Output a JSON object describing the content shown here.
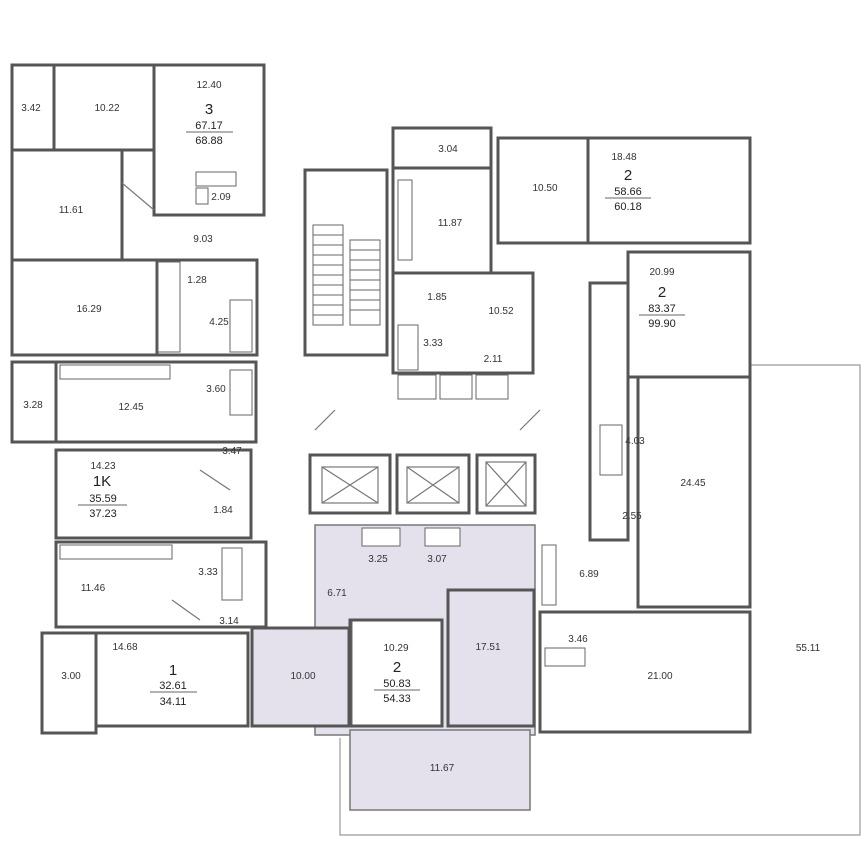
{
  "plan": {
    "room_areas": [
      {
        "id": "r1",
        "text": "3.42"
      },
      {
        "id": "r2",
        "text": "10.22"
      },
      {
        "id": "r3",
        "text": "12.40"
      },
      {
        "id": "r4",
        "text": "11.61"
      },
      {
        "id": "r5",
        "text": "2.09"
      },
      {
        "id": "r6",
        "text": "9.03"
      },
      {
        "id": "r7",
        "text": "1.28"
      },
      {
        "id": "r8",
        "text": "16.29"
      },
      {
        "id": "r9",
        "text": "4.25"
      },
      {
        "id": "r10",
        "text": "3.28"
      },
      {
        "id": "r11",
        "text": "12.45"
      },
      {
        "id": "r12",
        "text": "3.60"
      },
      {
        "id": "r13",
        "text": "3.47"
      },
      {
        "id": "r14",
        "text": "14.23"
      },
      {
        "id": "r15",
        "text": "1.84"
      },
      {
        "id": "r16",
        "text": "11.46"
      },
      {
        "id": "r17",
        "text": "3.33"
      },
      {
        "id": "r18",
        "text": "3.14"
      },
      {
        "id": "r19",
        "text": "14.68"
      },
      {
        "id": "r20",
        "text": "3.00"
      },
      {
        "id": "r21",
        "text": "3.04"
      },
      {
        "id": "r22",
        "text": "11.87"
      },
      {
        "id": "r23",
        "text": "1.85"
      },
      {
        "id": "r24",
        "text": "3.33"
      },
      {
        "id": "r25",
        "text": "10.52"
      },
      {
        "id": "r26",
        "text": "2.11"
      },
      {
        "id": "r27",
        "text": "10.50"
      },
      {
        "id": "r28",
        "text": "18.48"
      },
      {
        "id": "r29",
        "text": "20.99"
      },
      {
        "id": "r30",
        "text": "4.03"
      },
      {
        "id": "r31",
        "text": "24.45"
      },
      {
        "id": "r32",
        "text": "2.55"
      },
      {
        "id": "r33",
        "text": "6.89"
      },
      {
        "id": "r34",
        "text": "3.46"
      },
      {
        "id": "r35",
        "text": "21.00"
      },
      {
        "id": "r36",
        "text": "55.11"
      },
      {
        "id": "r37",
        "text": "3.25"
      },
      {
        "id": "r38",
        "text": "3.07"
      },
      {
        "id": "r39",
        "text": "6.71"
      },
      {
        "id": "r40",
        "text": "17.51"
      },
      {
        "id": "r41",
        "text": "10.00"
      },
      {
        "id": "r42",
        "text": "10.29"
      },
      {
        "id": "r43",
        "text": "11.67"
      }
    ],
    "apartments": [
      {
        "id": "a1",
        "rooms": "3",
        "living": "67.17",
        "total": "68.88"
      },
      {
        "id": "a2",
        "rooms": "1K",
        "living": "35.59",
        "total": "37.23"
      },
      {
        "id": "a3",
        "rooms": "1",
        "living": "32.61",
        "total": "34.11"
      },
      {
        "id": "a4",
        "rooms": "2",
        "living": "58.66",
        "total": "60.18"
      },
      {
        "id": "a5",
        "rooms": "2",
        "living": "83.37",
        "total": "99.90"
      },
      {
        "id": "a6",
        "rooms": "2",
        "living": "50.83",
        "total": "54.33"
      }
    ],
    "colors": {
      "highlight": "#e4e1ec",
      "wall": "#555555"
    }
  }
}
